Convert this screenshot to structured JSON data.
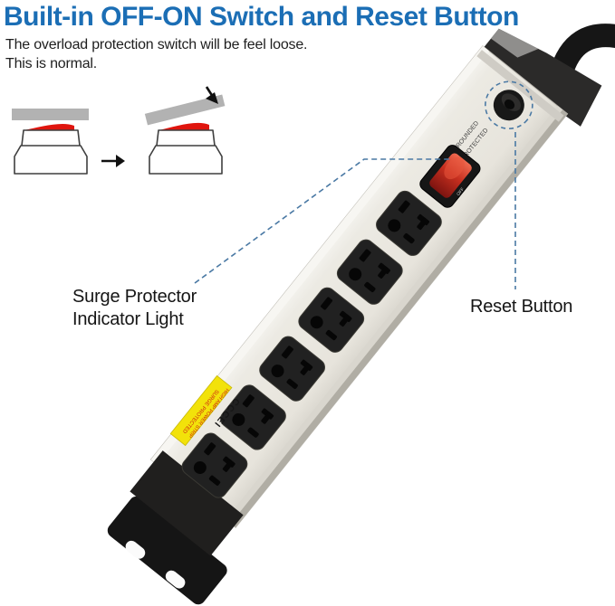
{
  "header": {
    "title": "Built-in OFF-ON Switch and Reset Button",
    "subtitle_line1": "The overload protection switch will be feel loose.",
    "subtitle_line2": "This is normal."
  },
  "callouts": {
    "surge_line1": "Surge Protector",
    "surge_line2": "Indicator Light",
    "reset": "Reset Button"
  },
  "strip": {
    "brand": "CCCEI",
    "label_line1": "SURGE PROTECTED",
    "label_line2": "HIGH AMP POWER STRIP",
    "indicator_protected": "PROTECTED",
    "indicator_grounded": "GROUNDED",
    "switch_off": "OFF",
    "outlet_count": 6
  },
  "colors": {
    "title_blue": "#1b6eb5",
    "callout_dash_blue": "#4a79a4",
    "strip_body": "#e9e6df",
    "label_yellow": "#f2e20a",
    "label_text_red": "#cc2211",
    "switch_red": "#c62f1f",
    "outlet_black": "#212121",
    "diagram_gray_bar": "#b2b2b2",
    "diagram_red": "#e0150e"
  }
}
